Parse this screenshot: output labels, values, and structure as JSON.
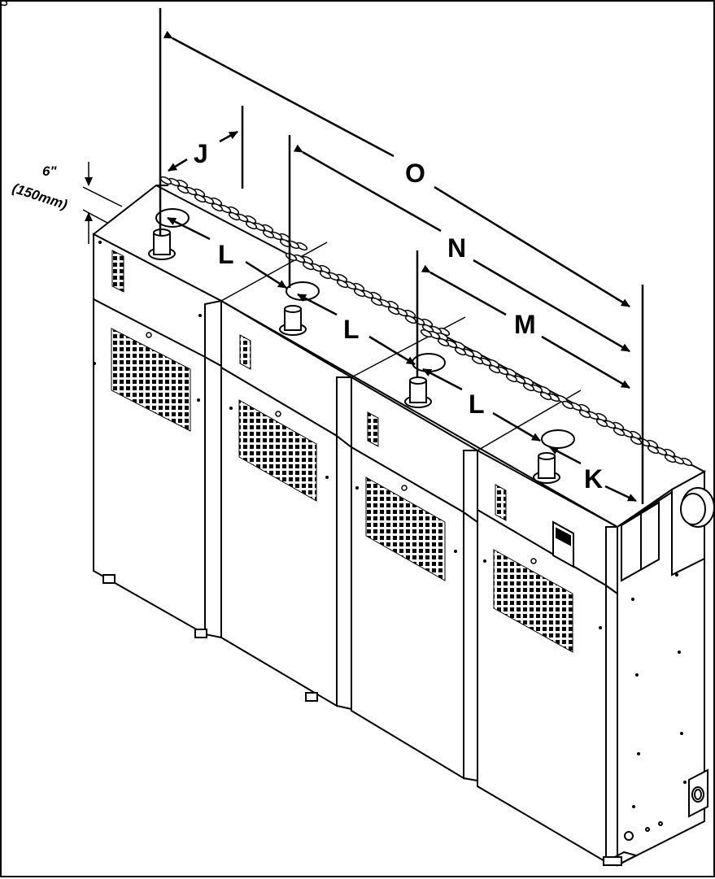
{
  "diagram": {
    "dimension_labels": {
      "O": "O",
      "N": "N",
      "M": "M",
      "J": "J",
      "L1": "L",
      "L2": "L",
      "L3": "L",
      "K": "K",
      "clearance_in": "6\"",
      "clearance_mm": "(150mm)"
    },
    "colors": {
      "line": "#000000",
      "background": "#ffffff",
      "panel": "#ffffff"
    }
  }
}
